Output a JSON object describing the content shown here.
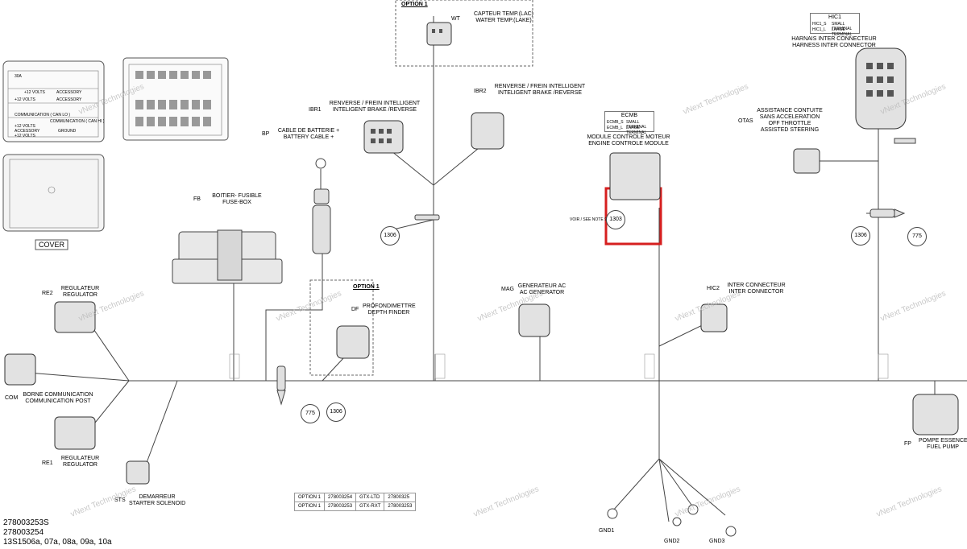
{
  "option_top": "OPTION 1",
  "option_mid": "OPTION 1",
  "wt": {
    "code": "WT",
    "fr": "CAPTEUR TEMP.(LAC)",
    "en": "WATER TEMP.(LAKE)"
  },
  "ibr1": {
    "code": "IBR1",
    "fr": "RENVERSE / FREIN INTELLIGENT",
    "en": "INTELIGENT BRAKE /REVERSE"
  },
  "ibr2": {
    "code": "IBR2",
    "fr": "RENVERSE / FREIN INTELLIGENT",
    "en": "INTELIGENT BRAKE /REVERSE"
  },
  "bp": {
    "code": "BP",
    "fr": "CABLE DE BATTERIE +",
    "en": "BATTERY CABLE +"
  },
  "fb": {
    "code": "FB",
    "fr": "BOITIER- FUSIBLE",
    "en": "FUSE-BOX"
  },
  "ecmb": {
    "title": "ECMB",
    "row1a": "ECMB_S",
    "row1b": "SMALL TERMINAL",
    "row2a": "ECMB_L",
    "row2b": "LARGE TERMINAL",
    "fr": "MODULE CONTROLE MOTEUR",
    "en": "ENGINE CONTROLE MODULE"
  },
  "hic1": {
    "title": "HIC1",
    "row1a": "HIC1_S",
    "row1b": "SMALL TERMINAL",
    "row2a": "HIC1_L",
    "row2b": "LARGE TERMINAL",
    "fr": "HARNAIS INTER CONNECTEUR",
    "en": "HARNESS INTER CONNECTOR"
  },
  "otas": {
    "code": "OTAS",
    "l1": "ASSISTANCE CONTUITE",
    "l2": "SANS ACCELERATION",
    "l3": "OFF THROTTLE",
    "l4": "ASSISTED STEERING"
  },
  "voir": "VOIR / SEE NOTE 9",
  "n1303": "1303",
  "re2": {
    "code": "RE2",
    "fr": "REGULATEUR",
    "en": "REGULATOR"
  },
  "re1": {
    "code": "RE1",
    "fr": "REGULATEUR",
    "en": "REGULATOR"
  },
  "df": {
    "code": "DF",
    "fr": "PROFONDIMETTRE",
    "en": "DEPTH FINDER"
  },
  "mag": {
    "code": "MAG",
    "fr": "GENERATEUR AC",
    "en": "AC GENERATOR"
  },
  "hic2": {
    "code": "HIC2",
    "fr": "INTER CONNECTEUR",
    "en": "INTER CONNECTOR"
  },
  "com": {
    "code": "COM",
    "fr": "BORNE COMMUNICATION",
    "en": "COMMUNICATION POST"
  },
  "sts": {
    "code": "STS",
    "fr": "DEMARREUR",
    "en": "STARTER SOLENOID"
  },
  "fp": {
    "code": "FP",
    "fr": "POMPE ESSENCE",
    "en": "FUEL PUMP"
  },
  "gnd1": "GND1",
  "gnd2": "GND2",
  "gnd3": "GND3",
  "n1306a": "1306",
  "n1306b": "1306",
  "n1306c": "1306",
  "n775a": "775",
  "n775b": "775",
  "cover": "COVER",
  "fusebox_panel": {
    "a30": "30A",
    "v12a": "+12 VOLTS",
    "acc": "ACCESSORY",
    "v12b": "+12 VOLTS",
    "acc2": "ACCESSORY",
    "v12c": "+12 VOLTS",
    "comm": "COMMUNICATION ( CAN LO )",
    "comm2": "COMMUNICATION ( CAN HI )",
    "v12d": "+12 VOLTS",
    "acc3": "ACCESSORY",
    "gnd": "GROUND"
  },
  "table": [
    [
      "OPTION 1",
      "278003254",
      "GTX-LTD",
      "27800325"
    ],
    [
      "OPTION 1",
      "278003253",
      "GTX-RXT",
      "278003253"
    ]
  ],
  "footer": [
    "278003253S",
    "278003254",
    "13S1506a, 07a, 08a, 09a, 10a"
  ],
  "watermark": "vNext Technologies"
}
